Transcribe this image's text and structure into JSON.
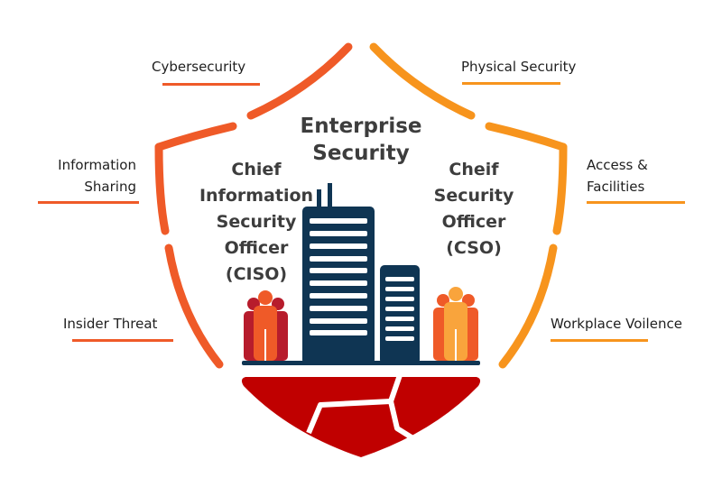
{
  "title": "Enterprise Security",
  "title_lines": [
    "Enterprise",
    "Security"
  ],
  "colors": {
    "left_accent": "#ef5a28",
    "right_accent": "#f7941d",
    "building": "#0f3553",
    "foundation": "#c00000",
    "text_dark": "#3d3d3d",
    "people_left_front": "#ef5a28",
    "people_left_back": "#b71c2c",
    "people_right_front": "#f9a43c",
    "people_right_back": "#ef5a28"
  },
  "roles": {
    "left": {
      "lines": [
        "Chief",
        "Information",
        "Security",
        "Officer",
        "(CISO)"
      ]
    },
    "right": {
      "lines": [
        "Cheif",
        "Security",
        "Officer",
        "(CSO)"
      ]
    }
  },
  "left_labels": [
    {
      "lines": [
        "Cybersecurity"
      ]
    },
    {
      "lines": [
        "Information",
        "Sharing"
      ]
    },
    {
      "lines": [
        "Insider Threat"
      ]
    }
  ],
  "right_labels": [
    {
      "lines": [
        "Physical Security"
      ]
    },
    {
      "lines": [
        "Access &",
        "Facilities"
      ]
    },
    {
      "lines": [
        "Workplace Voilence"
      ]
    }
  ],
  "icons": [
    "shield-icon",
    "building-icon",
    "people-group-icon",
    "cracked-foundation-icon"
  ]
}
